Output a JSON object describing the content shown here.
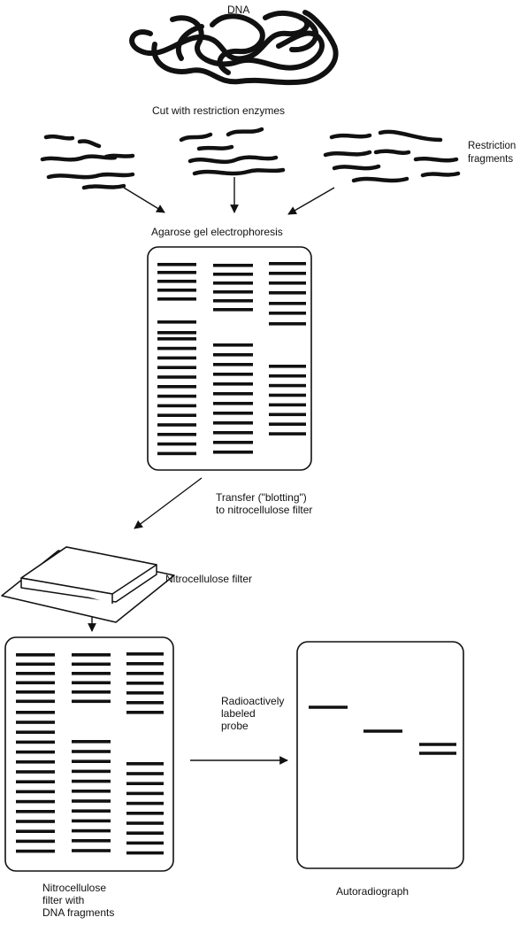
{
  "labels": {
    "dna": "DNA",
    "cut": "Cut with restriction enzymes",
    "restriction_fragments_line1": "Restriction",
    "restriction_fragments_line2": "fragments",
    "agarose": "Agarose gel electrophoresis",
    "transfer_line1": "Transfer (\"blotting\")",
    "transfer_line2": "to nitrocellulose filter",
    "nitro_filter": "Nitrocellulose filter",
    "probe_line1": "Radioactively",
    "probe_line2": "labeled",
    "probe_line3": "probe",
    "nitro_with_fragments_line1": "Nitrocellulose",
    "nitro_with_fragments_line2": "filter with",
    "nitro_with_fragments_line3": "DNA fragments",
    "autoradiograph": "Autoradiograph"
  },
  "colors": {
    "ink": "#111111",
    "background": "#ffffff"
  }
}
